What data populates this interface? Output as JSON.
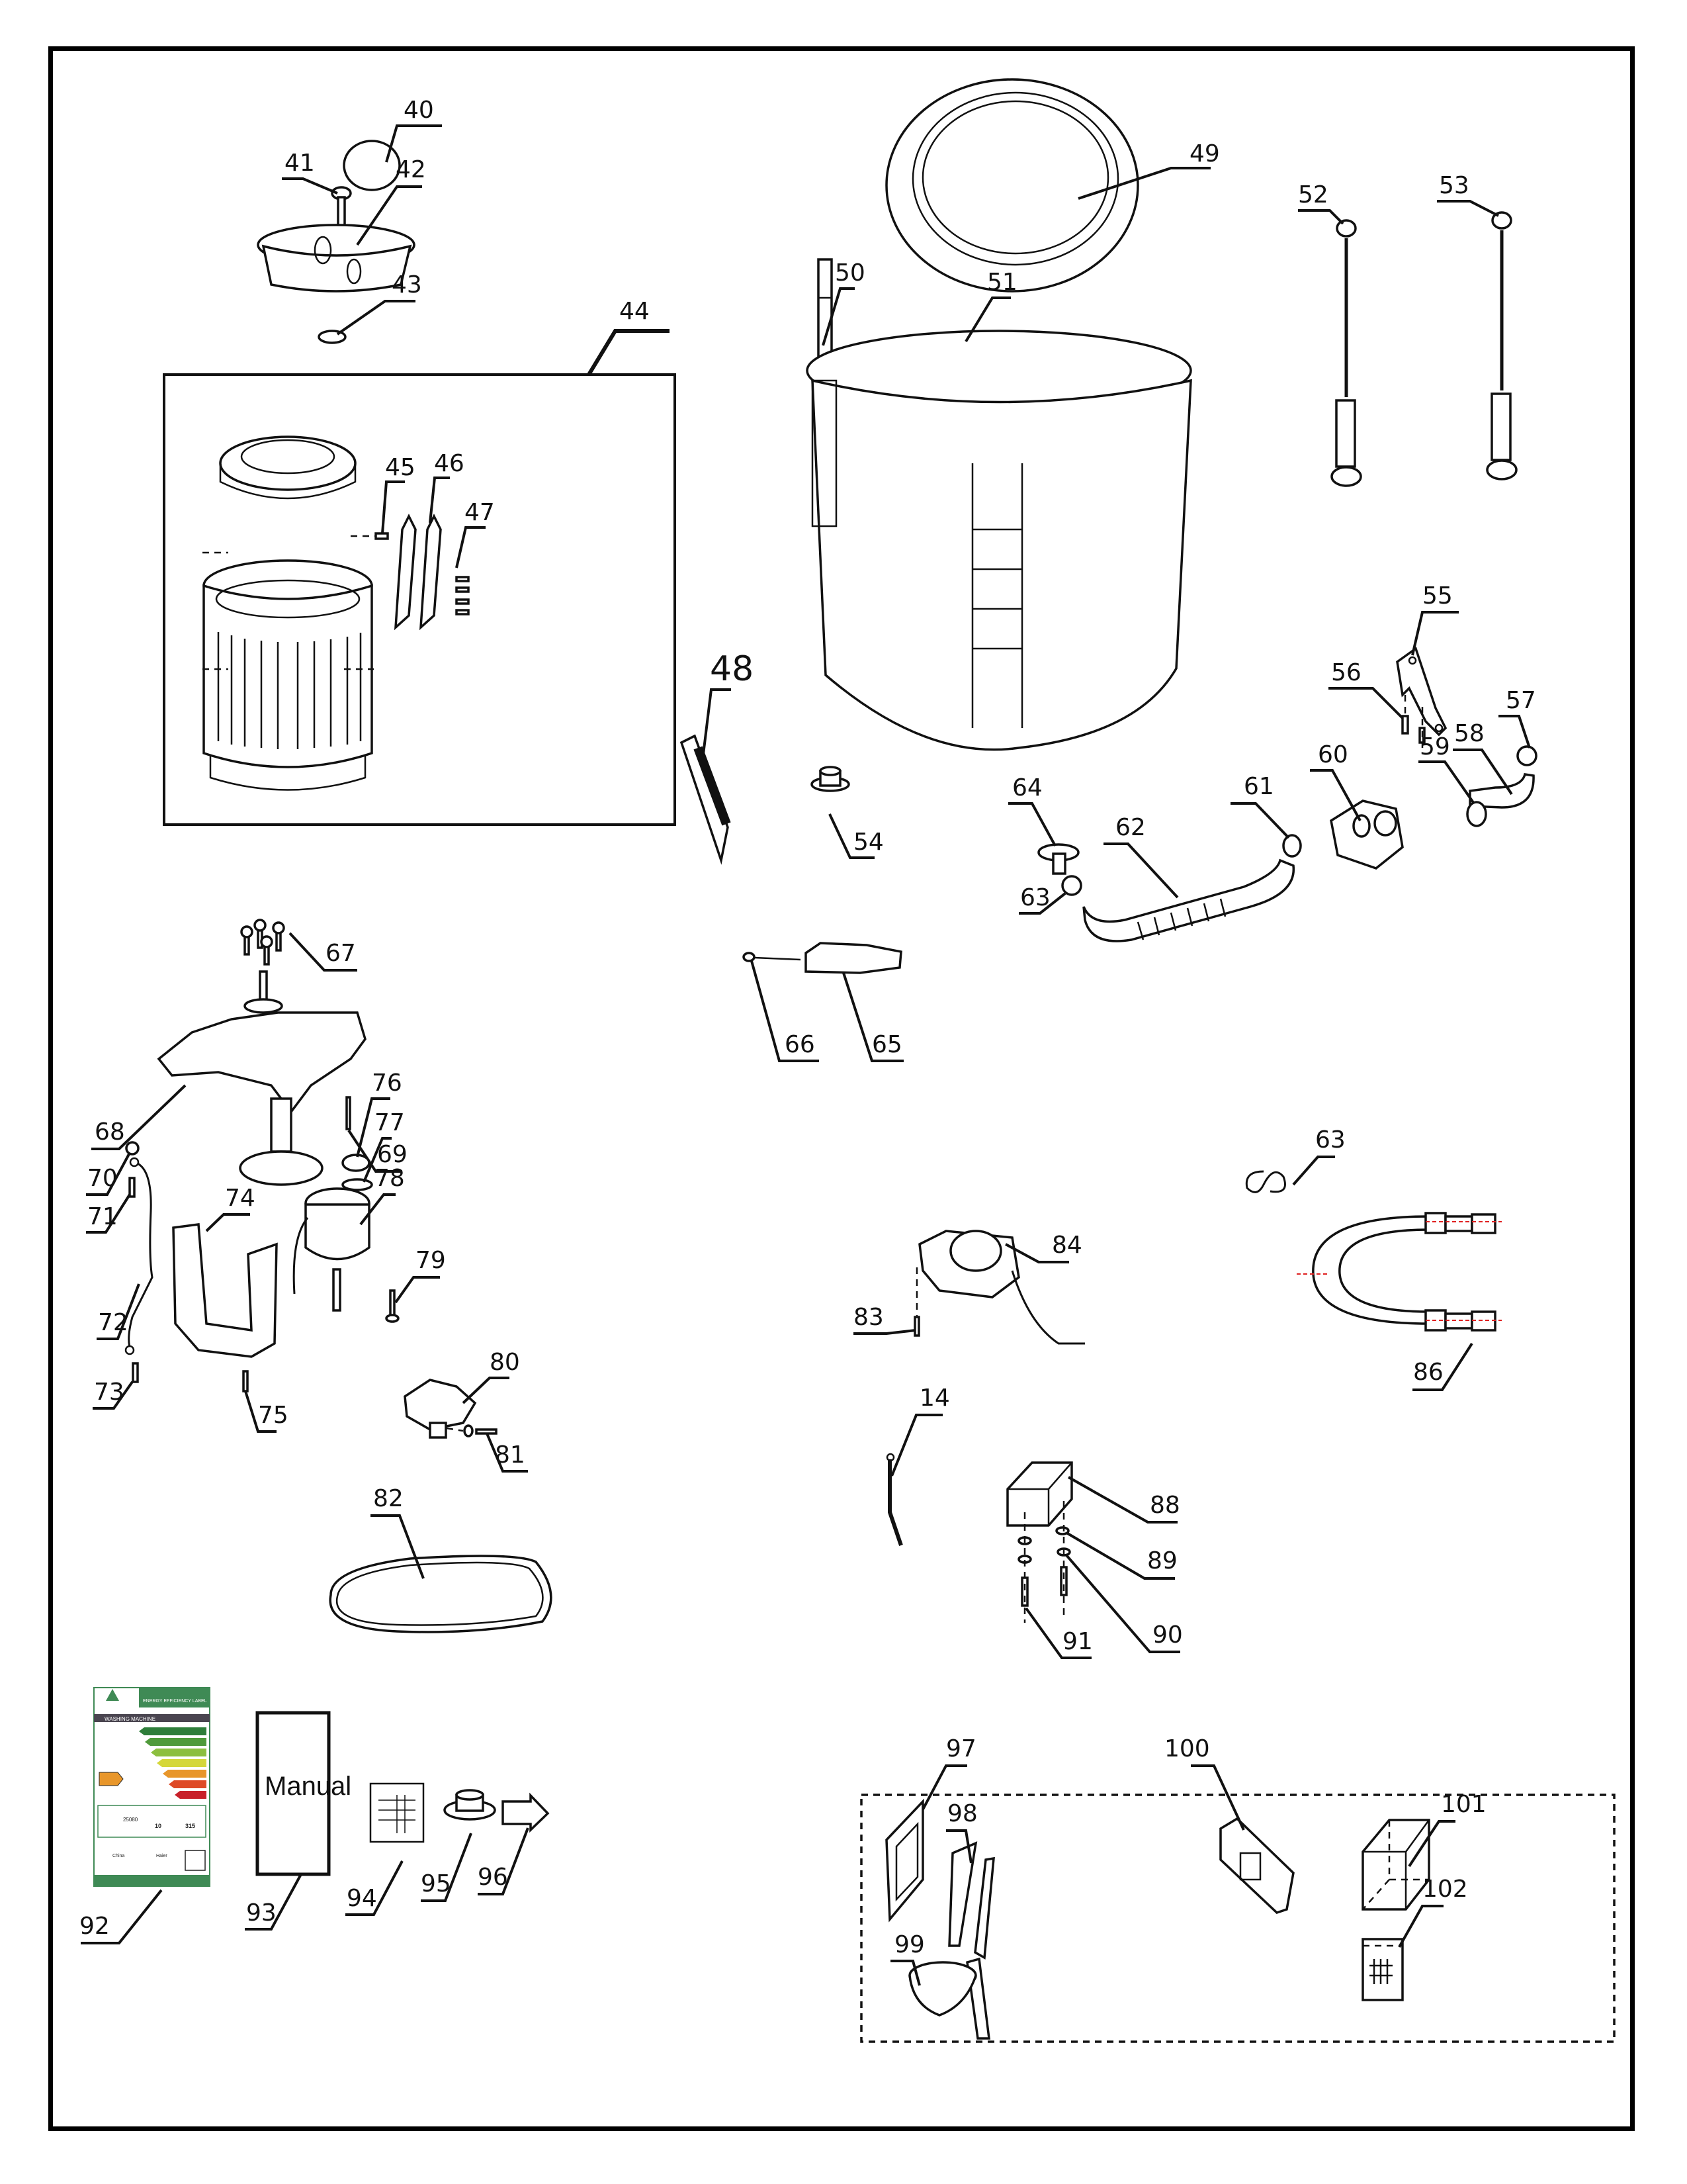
{
  "diagram": {
    "type": "exploded-parts-diagram",
    "subject": "washing machine",
    "callouts": {
      "p40": "40",
      "p41": "41",
      "p42": "42",
      "p43": "43",
      "p44": "44",
      "p45": "45",
      "p46": "46",
      "p47": "47",
      "p48": "48",
      "p49": "49",
      "p50": "50",
      "p51": "51",
      "p52": "52",
      "p53": "53",
      "p54": "54",
      "p55": "55",
      "p56": "56",
      "p57": "57",
      "p58": "58",
      "p59": "59",
      "p60": "60",
      "p61": "61",
      "p62": "62",
      "p63a": "63",
      "p63b": "63",
      "p64": "64",
      "p65": "65",
      "p66": "66",
      "p67": "67",
      "p68": "68",
      "p69": "69",
      "p70": "70",
      "p71": "71",
      "p72": "72",
      "p73": "73",
      "p74": "74",
      "p75": "75",
      "p76": "76",
      "p77": "77",
      "p78": "78",
      "p79": "79",
      "p80": "80",
      "p81": "81",
      "p82": "82",
      "p83": "83",
      "p84": "84",
      "p86": "86",
      "p14": "14",
      "p88": "88",
      "p89": "89",
      "p90": "90",
      "p91": "91",
      "p92": "92",
      "p93": "93",
      "p94": "94",
      "p95": "95",
      "p96": "96",
      "p97": "97",
      "p98": "98",
      "p99": "99",
      "p100": "100",
      "p101": "101",
      "p102": "102"
    },
    "manual_label": "Manual",
    "energy_label": {
      "title": "ENERGY EFFICIENCY LABEL",
      "product": "WASHING MACHINE",
      "water_value": "25080",
      "capacity_value": "10",
      "energy_value": "315",
      "country": "China",
      "brand": "Haier",
      "rating_colors": [
        "#2e7d3a",
        "#4f9a3a",
        "#8cbf3f",
        "#d5d73a",
        "#e8962a",
        "#de4a26",
        "#c8202a"
      ],
      "selected_color": "#e8962a"
    }
  }
}
